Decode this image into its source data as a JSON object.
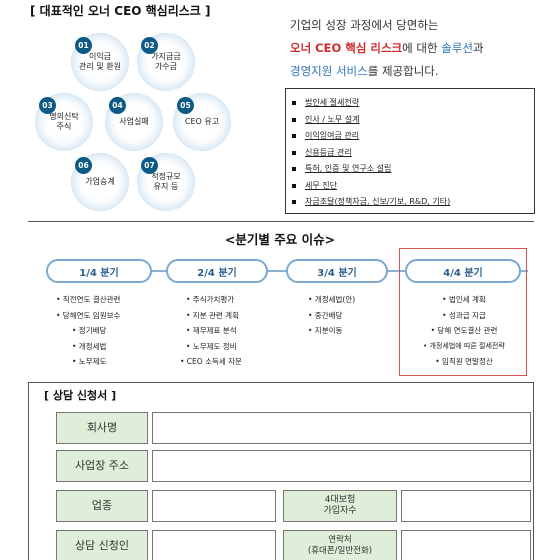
{
  "risk_section": {
    "title": "[ 대표적인 오너 CEO 핵심리스크 ]",
    "bubbles": [
      {
        "num": "01",
        "label": "이익금\n관리 및 환원"
      },
      {
        "num": "02",
        "label": "가지급금\n가수금"
      },
      {
        "num": "03",
        "label": "명의신탁\n주식"
      },
      {
        "num": "04",
        "label": "사업실패"
      },
      {
        "num": "05",
        "label": "CEO 유고"
      },
      {
        "num": "06",
        "label": "가업승계"
      },
      {
        "num": "07",
        "label": "적정규모\n유지 등"
      }
    ]
  },
  "intro": {
    "line1": "기업의 성장 과정에서 당면하는",
    "line2_red": "오너 CEO 핵심 리스크",
    "line2_mid": "에 대한 ",
    "line2_blue": "솔루션",
    "line2_end": "과",
    "line3_blue": "경영지원 서비스",
    "line3_end": "를 제공합니다."
  },
  "services": [
    "법인세 절세전략",
    "인사 / 노무 설계",
    "이익잉여금 관리",
    "신용등급 관리",
    "특허, 인증 및 연구소 설립",
    "세무 진단",
    "자금조달(정책자금, 신보/기보, R&D, 기타)"
  ],
  "quarterly": {
    "title": "<분기별 주요 이슈>",
    "quarters": [
      {
        "label": "1/4 분기",
        "items": [
          "• 직전연도 결산관련",
          "• 당해연도 임원보수",
          "• 정기배당",
          "• 개정세법",
          "• 노무제도"
        ]
      },
      {
        "label": "2/4 분기",
        "items": [
          "• 주식가치평가",
          "• 지분 관련 계획",
          "• 재무제표 분석",
          "• 노무제도 정비",
          "• CEO 소득세 자문"
        ]
      },
      {
        "label": "3/4 분기",
        "items": [
          "• 개정세법(안)",
          "• 중간배당",
          "• 지분이동"
        ]
      },
      {
        "label": "4/4 분기",
        "items": [
          "• 법인세 계획",
          "• 성과급 지급",
          "• 당해 연도결산 관련",
          "• 개정세법에 따른 절세전략",
          "• 임직원 연말정산"
        ]
      }
    ]
  },
  "form": {
    "title": "[ 상담 신청서 ]",
    "labels": {
      "company": "회사명",
      "address": "사업장 주소",
      "industry": "업종",
      "insurance": "4대보험\n가입자수",
      "applicant": "상담 신청인",
      "contact": "연락처\n(휴대폰/일반전화)"
    }
  },
  "colors": {
    "badge": "#0d5a86",
    "accent_red": "#d32b2b",
    "accent_blue": "#2f74b5",
    "label_bg": "#dfeed8",
    "pill_border": "#7aa8d0"
  }
}
